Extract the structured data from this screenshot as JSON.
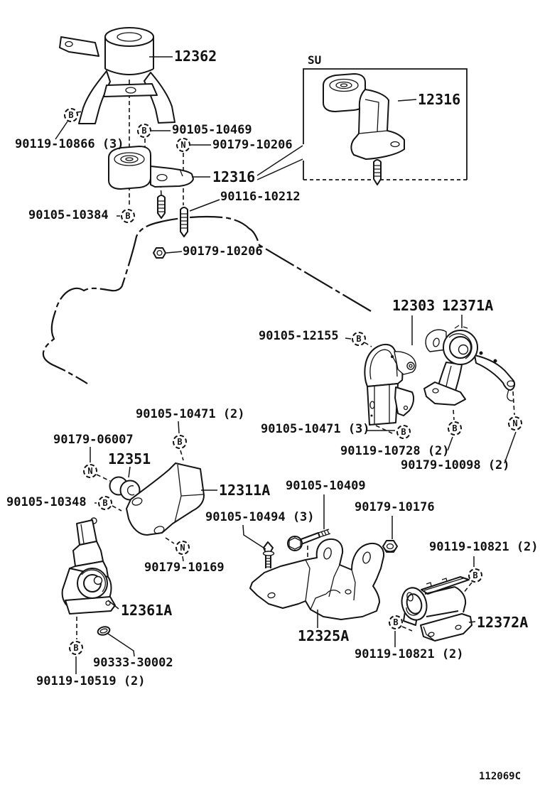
{
  "diagram_code": "112069C",
  "inset_tag": "SU",
  "part_labels": [
    {
      "text": "12362"
    },
    {
      "text": "12316"
    },
    {
      "text": "90105-10469"
    },
    {
      "text": "90119-10866 (3)"
    },
    {
      "text": "90179-10206"
    },
    {
      "text": "12316"
    },
    {
      "text": "90116-10212"
    },
    {
      "text": "90105-10384"
    },
    {
      "text": "90179-10206"
    },
    {
      "text": "12303"
    },
    {
      "text": "12371A"
    },
    {
      "text": "90105-12155"
    },
    {
      "text": "90105-10471 (2)"
    },
    {
      "text": "90105-10471 (3)"
    },
    {
      "text": "90179-06007"
    },
    {
      "text": "12351"
    },
    {
      "text": "90119-10728 (2)"
    },
    {
      "text": "90179-10098 (2)"
    },
    {
      "text": "12311A"
    },
    {
      "text": "90105-10348"
    },
    {
      "text": "90105-10409"
    },
    {
      "text": "90179-10176"
    },
    {
      "text": "90105-10494 (3)"
    },
    {
      "text": "90119-10821 (2)"
    },
    {
      "text": "90179-10169"
    },
    {
      "text": "12361A"
    },
    {
      "text": "12372A"
    },
    {
      "text": "12325A"
    },
    {
      "text": "90333-30002"
    },
    {
      "text": "90119-10519 (2)"
    },
    {
      "text": "90119-10821 (2)"
    }
  ],
  "fastener_markers": [
    {
      "letter": "B"
    },
    {
      "letter": "B"
    },
    {
      "letter": "N"
    },
    {
      "letter": "B"
    },
    {
      "letter": "B"
    },
    {
      "letter": "B"
    },
    {
      "letter": "B"
    },
    {
      "letter": "N"
    },
    {
      "letter": "B"
    },
    {
      "letter": "N"
    },
    {
      "letter": "B"
    },
    {
      "letter": "N"
    },
    {
      "letter": "B"
    },
    {
      "letter": "B"
    },
    {
      "letter": "B"
    }
  ],
  "line_color": "#141414",
  "background_color": "#ffffff"
}
